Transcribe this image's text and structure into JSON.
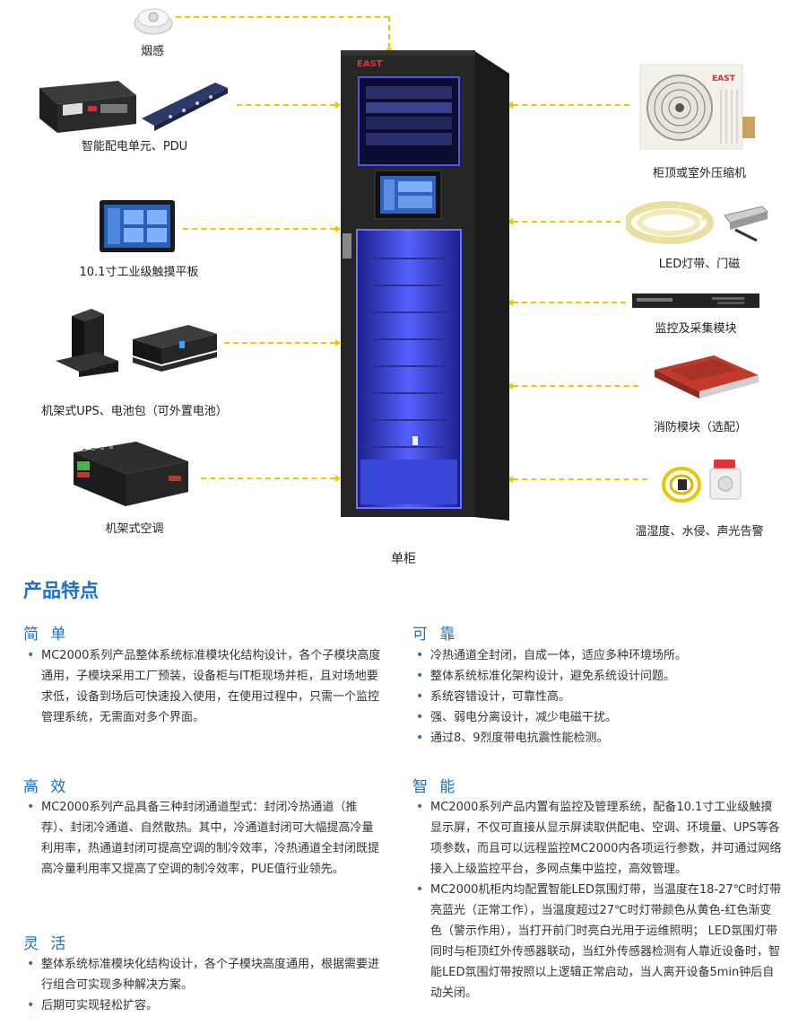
{
  "diagram": {
    "components_left": [
      {
        "label": "烟感",
        "icon": "smoke-detector-icon"
      },
      {
        "label": "智能配电单元、PDU",
        "icon": "power-distribution-icon"
      },
      {
        "label": "10.1寸工业级触摸平板",
        "icon": "touch-panel-icon"
      },
      {
        "label": "机架式UPS、电池包（可外置电池）",
        "icon": "ups-icon"
      },
      {
        "label": "机架式空调",
        "icon": "rack-ac-icon"
      }
    ],
    "components_right": [
      {
        "label": "柜顶或室外压缩机",
        "icon": "compressor-icon"
      },
      {
        "label": "LED灯带、门磁",
        "icon": "led-strip-icon"
      },
      {
        "label": "监控及采集模块",
        "icon": "monitor-module-icon"
      },
      {
        "label": "消防模块（选配）",
        "icon": "fire-module-icon"
      },
      {
        "label": "温湿度、水侵、声光告警",
        "icon": "alarm-sensor-icon"
      }
    ],
    "cabinet_caption": "单柜",
    "brand_logo": "EAST",
    "accent_color": "#f2c500",
    "led_color": "#3a4cff"
  },
  "features": {
    "title": "产品特点",
    "heading_color": "#1d6fc4",
    "simple": {
      "title": "简 单",
      "items": [
        "MC2000系列产品整体系统标准模块化结构设计，各个子模块高度通用，子模块采用工厂预装，设备柜与IT柜现场并柜，且对场地要求低，设备到场后可快速投入使用，在使用过程中，只需一个监控管理系统，无需面对多个界面。"
      ]
    },
    "efficient": {
      "title": "高 效",
      "items": [
        "MC2000系列产品具备三种封闭通道型式：封闭冷热通道（推荐）、封闭冷通道、自然散热。其中，冷通道封闭可大幅提高冷量利用率，热通道封闭可提高空调的制冷效率，冷热通道全封闭既提高冷量利用率又提高了空调的制冷效率，PUE值行业领先。"
      ]
    },
    "flexible": {
      "title": "灵 活",
      "items": [
        "整体系统标准模块化结构设计，各个子模块高度通用，根据需要进行组合可实现多种解决方案。",
        "后期可实现轻松扩容。"
      ]
    },
    "reliable": {
      "title": "可 靠",
      "items": [
        "冷热通道全封闭，自成一体，适应多种环境场所。",
        "整体系统标准化架构设计，避免系统设计问题。",
        "系统容错设计，可靠性高。",
        "强、弱电分离设计，减少电磁干扰。",
        "通过8、9烈度带电抗震性能检测。"
      ]
    },
    "smart": {
      "title": "智 能",
      "items": [
        "MC2000系列产品内置有监控及管理系统，配备10.1寸工业级触摸显示屏，不仅可直接从显示屏读取供配电、空调、环境量、UPS等各项参数，而且可以远程监控MC2000内各项运行参数，并可通过网络接入上级监控平台，多网点集中监控，高效管理。",
        "MC2000机柜内均配置智能LED氛围灯带，当温度在18-27℃时灯带亮蓝光（正常工作），当温度超过27℃时灯带颜色从黄色-红色渐变色（警示作用），当打开前门时亮白光用于运维照明；  LED氛围灯带同时与柜顶红外传感器联动，当红外传感器检测有人靠近设备时，智能LED氛围灯带按照以上逻辑正常启动，当人离开设备5min钟后自动关闭。"
      ]
    }
  }
}
